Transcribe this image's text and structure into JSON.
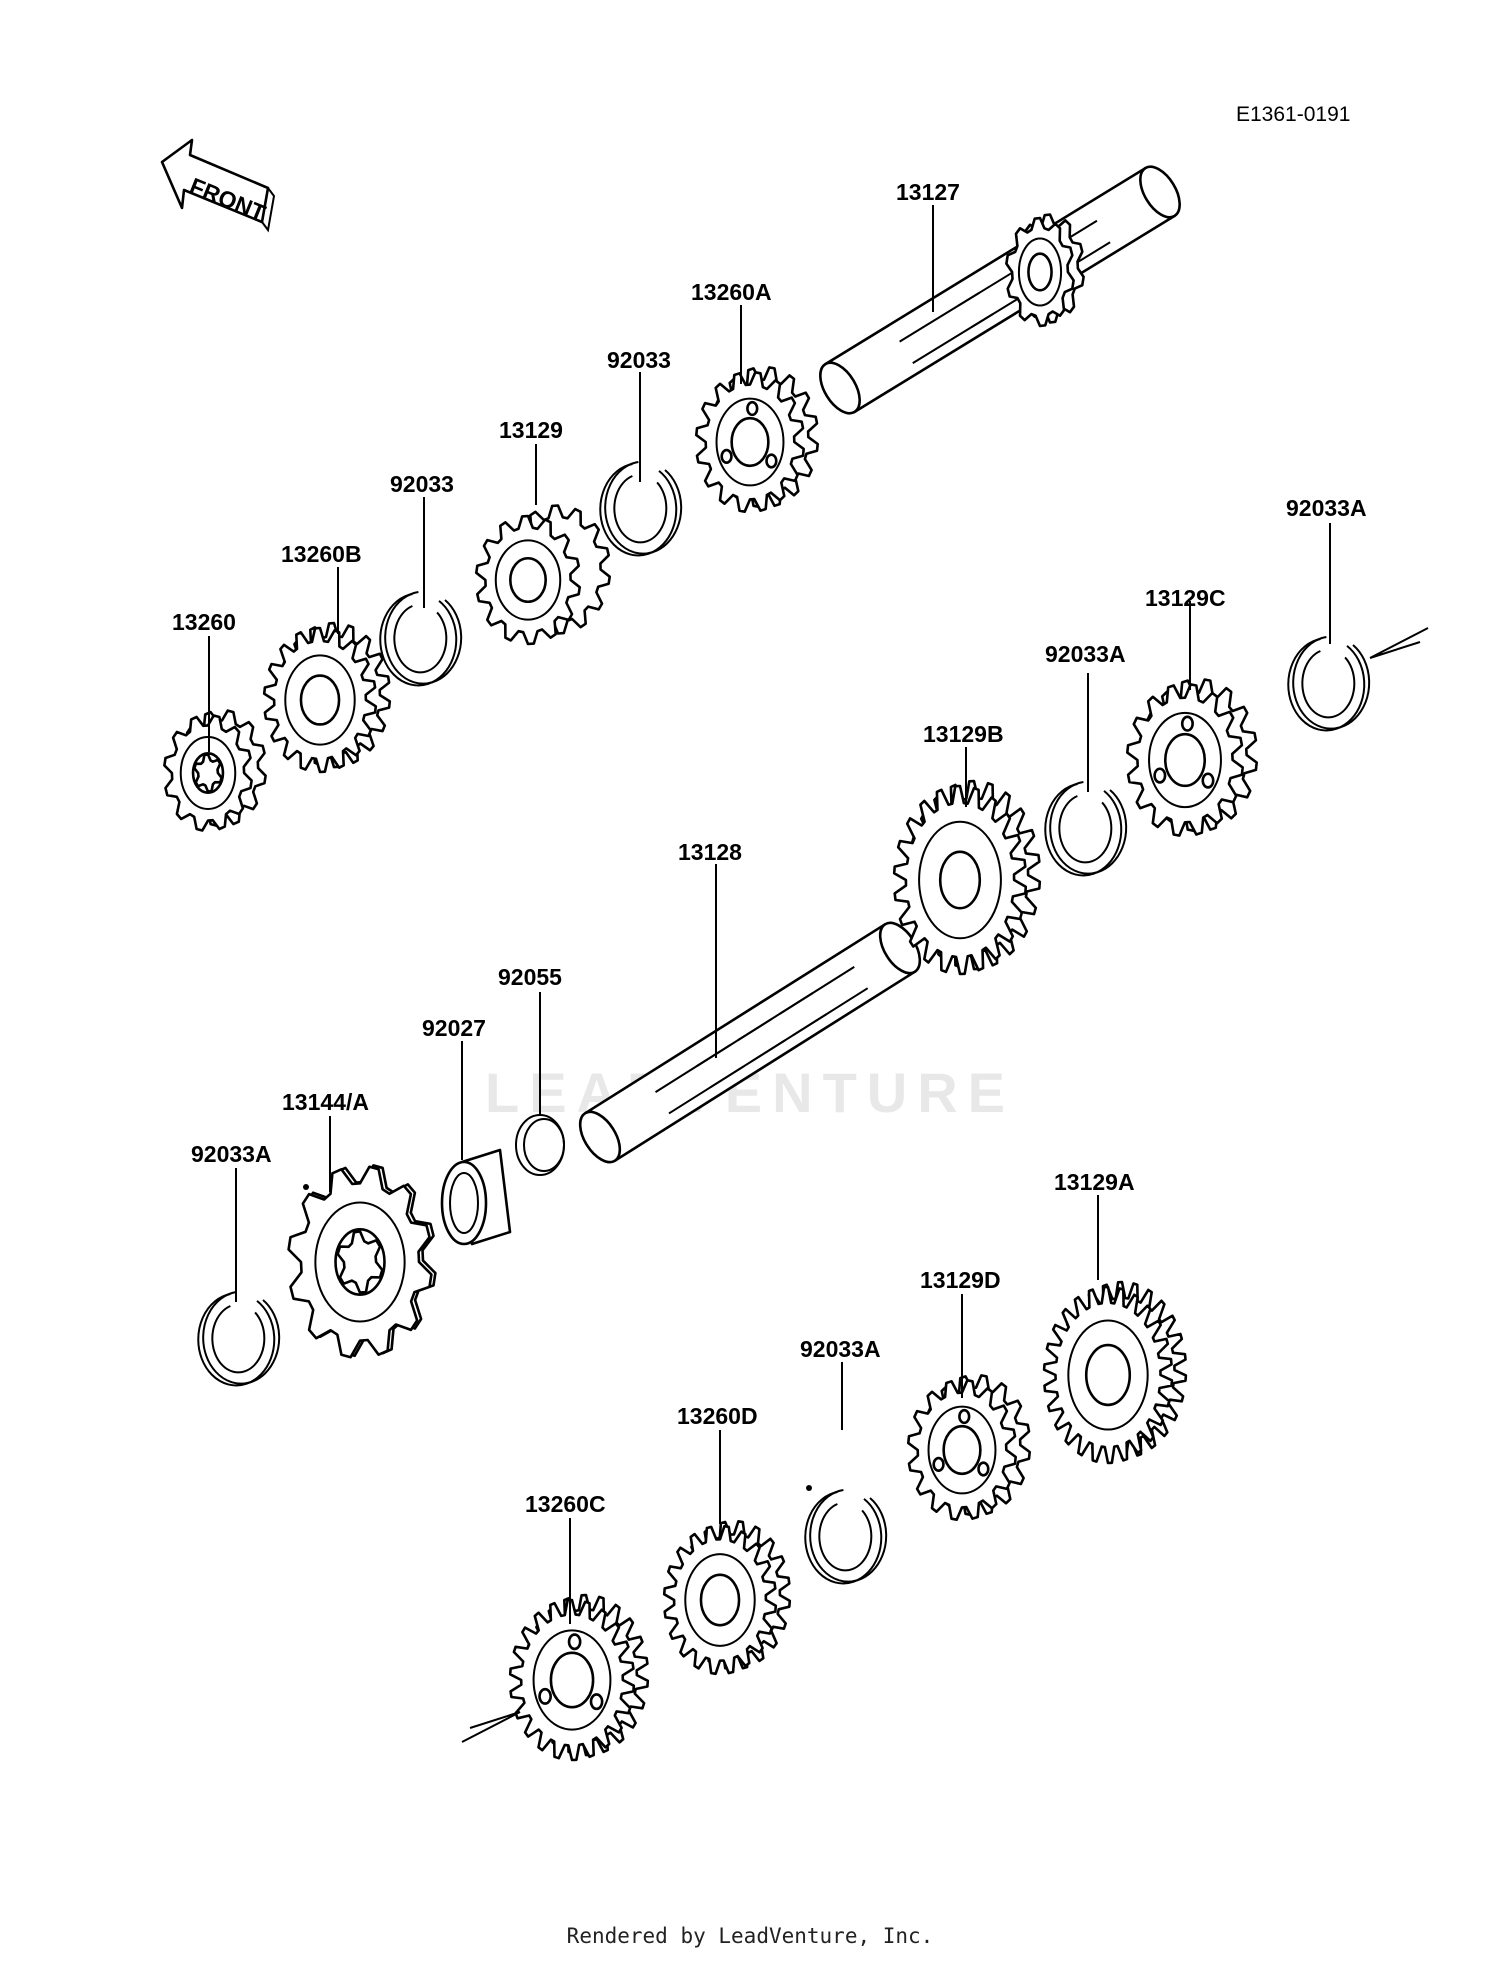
{
  "diagram_code": "E1361-0191",
  "front_label": "FRONT",
  "watermark": "LEADVENTURE",
  "footer": "Rendered by LeadVenture, Inc.",
  "part_labels": {
    "shaft_13127": "13127",
    "gear_13260A": "13260A",
    "ring_92033_top": "92033",
    "gear_13129": "13129",
    "ring_92033_mid": "92033",
    "gear_13260B": "13260B",
    "gear_13260": "13260",
    "ring_92033A_right": "92033A",
    "gear_13129C": "13129C",
    "ring_92033A_center": "92033A",
    "gear_13129B": "13129B",
    "shaft_13128": "13128",
    "oring_92055": "92055",
    "collar_92027": "92027",
    "sprocket_13144A": "13144/A",
    "ring_92033A_left": "92033A",
    "gear_13129A": "13129A",
    "gear_13129D": "13129D",
    "ring_92033A_lower": "92033A",
    "gear_13260D": "13260D",
    "gear_13260C": "13260C"
  }
}
